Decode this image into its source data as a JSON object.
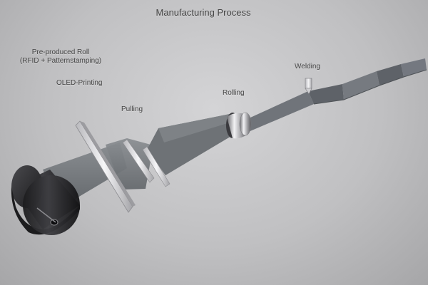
{
  "diagram": {
    "title": "Manufacturing Process",
    "steps": {
      "roll_line1": "Pre-produced Roll",
      "roll_line2": "(RFID + Patternstamping)",
      "oled": "OLED-Printing",
      "pulling": "Pulling",
      "rolling": "Rolling",
      "welding": "Welding"
    }
  },
  "colors": {
    "background": "#c4c4c6",
    "strip": "#6e7276",
    "roll": "#2c2c2e",
    "metal": "#e8e8ea",
    "text": "#454545"
  }
}
